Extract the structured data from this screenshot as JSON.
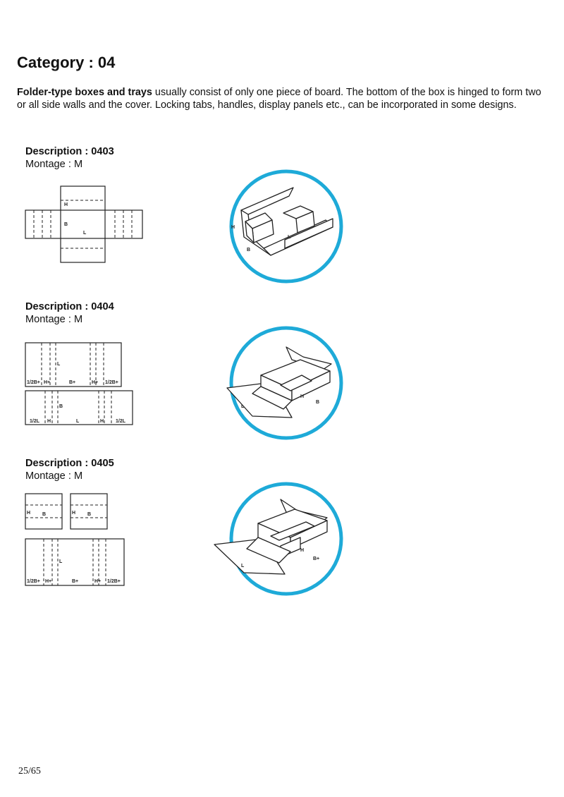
{
  "title": "Category : 04",
  "intro": {
    "bold": "Folder-type boxes and trays",
    "rest": " usually consist of only one piece of board. The bottom of the box is hinged to form two or all side walls and the cover. Locking tabs, handles, display panels etc., can be incorporated in some designs."
  },
  "descriptions": [
    {
      "title": "Description : 0403",
      "montage": "Montage : M",
      "flat_labels": [
        "H",
        "B",
        "L"
      ],
      "iso_labels": [
        "H",
        "B",
        "L"
      ]
    },
    {
      "title": "Description : 0404",
      "montage": "Montage : M",
      "flat_top_labels": [
        "1/2B+",
        "H+",
        "B+",
        "H+",
        "1/2B+",
        "L"
      ],
      "flat_bottom_labels": [
        "1/2L",
        "H",
        "L",
        "H",
        "1/2L",
        "B"
      ],
      "iso_labels": [
        "L",
        "H",
        "B"
      ]
    },
    {
      "title": "Description : 0405",
      "montage": "Montage : M",
      "flat_small_labels": [
        "H",
        "B",
        "H",
        "B"
      ],
      "flat_bottom_labels": [
        "1/2B+",
        "H+",
        "B+",
        "H+",
        "1/2B+",
        "L"
      ],
      "iso_labels": [
        "L",
        "H",
        "B+"
      ]
    }
  ],
  "colors": {
    "accent_ring": "#1eaad8"
  },
  "page_number": "25/65"
}
